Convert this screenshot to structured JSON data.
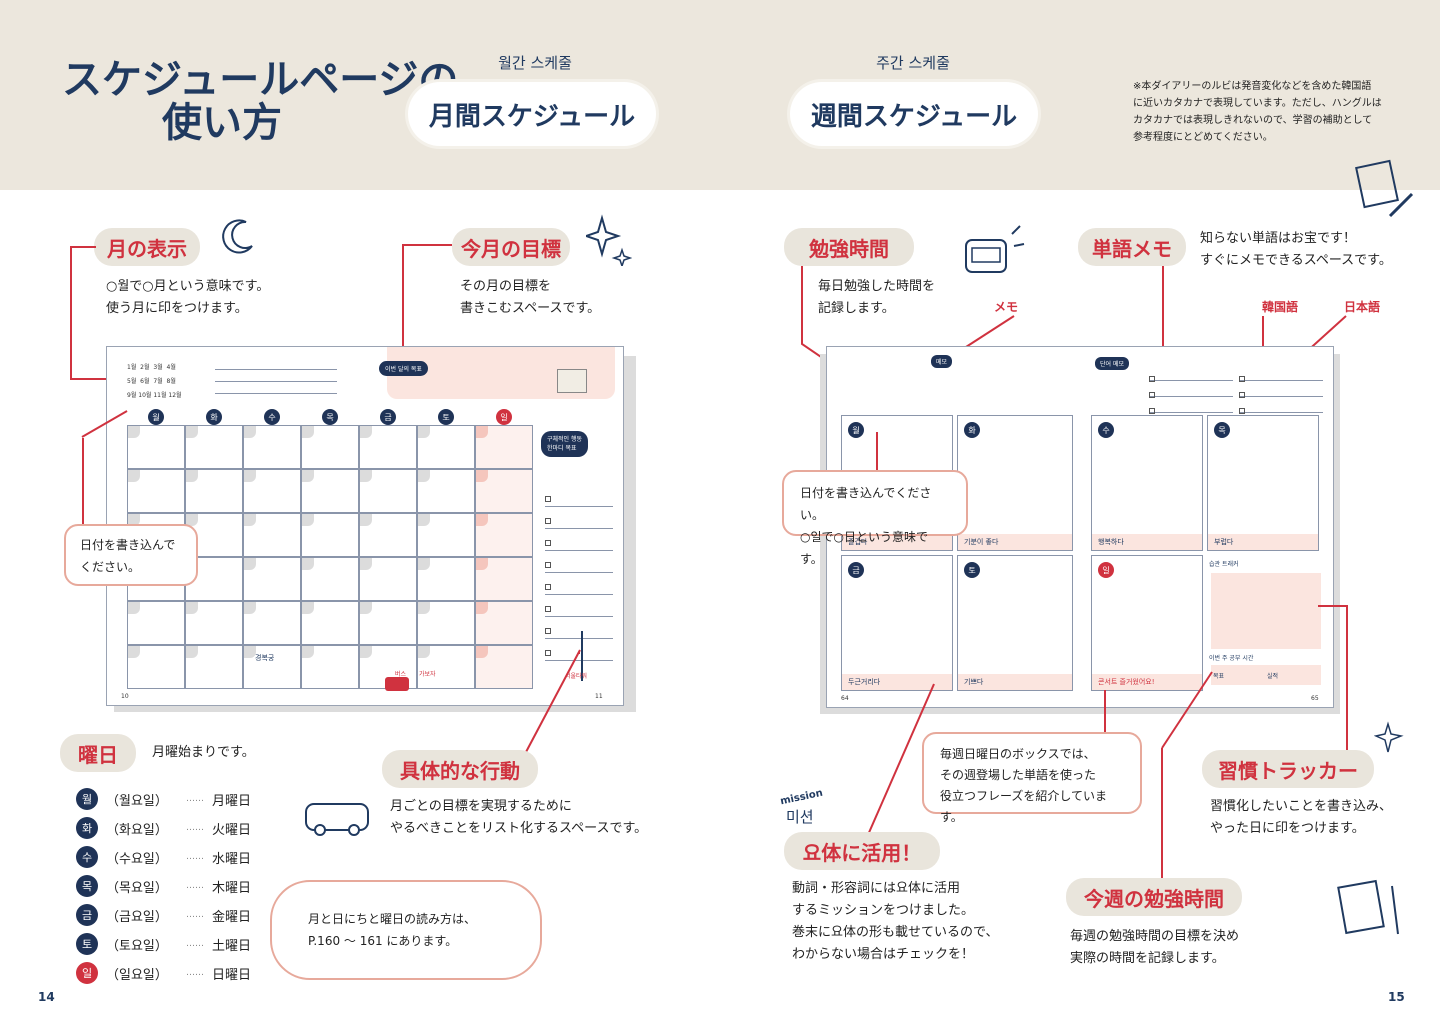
{
  "header": {
    "title_line1": "スケジュールページの",
    "title_line2": "使い方",
    "monthly_kr": "월간 스케줄",
    "monthly_jp": "月間スケジュール",
    "weekly_kr": "주간 스케줄",
    "weekly_jp": "週間スケジュール",
    "note": [
      "※本ダイアリーのルビは発音変化などを含めた韓国語",
      "に近いカタカナで表現しています。ただし、ハングルは",
      "カタカナでは表現しきれないので、学習の補助として",
      "参考程度にとどめてください。"
    ]
  },
  "left": {
    "month_label": "月の表示",
    "month_desc": [
      "○월で○月という意味です。",
      "使う月に印をつけます。"
    ],
    "goal_label": "今月の目標",
    "goal_desc": [
      "その月の目標を",
      "書きこむスペースです。"
    ],
    "date_bubble": [
      "日付を書き込んで",
      "ください。"
    ],
    "youbi_label": "曜日",
    "youbi_desc": "月曜始まりです。",
    "action_label": "具体的な行動",
    "action_desc": [
      "月ごとの目標を実現するために",
      "やるべきことをリスト化するスペースです。"
    ],
    "days": [
      {
        "kr": "월",
        "read": "（월요일）",
        "jp": "月曜日",
        "red": false
      },
      {
        "kr": "화",
        "read": "（화요일）",
        "jp": "火曜日",
        "red": false
      },
      {
        "kr": "수",
        "read": "（수요일）",
        "jp": "水曜日",
        "red": false
      },
      {
        "kr": "목",
        "read": "（목요일）",
        "jp": "木曜日",
        "red": false
      },
      {
        "kr": "금",
        "read": "（금요일）",
        "jp": "金曜日",
        "red": false
      },
      {
        "kr": "토",
        "read": "（토요일）",
        "jp": "土曜日",
        "red": false
      },
      {
        "kr": "일",
        "read": "（일요일）",
        "jp": "日曜日",
        "red": true
      }
    ],
    "read_bubble": [
      "月と日にちと曜日の読み方は、",
      "P.160 ～ 161 にあります。"
    ],
    "page_num": "14",
    "cal_months": [
      "1월",
      "2월",
      "3월",
      "4월",
      "5월",
      "6월",
      "7월",
      "8월",
      "9월",
      "10월",
      "11월",
      "12월"
    ],
    "cal_goal_bubble": "이번 달의 목표",
    "cal_action_bubble": [
      "구체적인 행동",
      "한마디 목표"
    ],
    "cal_place": "경복궁",
    "cal_bus": "버스",
    "cal_go": "가보자",
    "cal_tower": "서울타워",
    "cal_p_left": "10",
    "cal_p_right": "11"
  },
  "right": {
    "study_label": "勉強時間",
    "study_desc": [
      "毎日勉強した時間を",
      "記録します。"
    ],
    "memo_label": "単語メモ",
    "memo_desc": [
      "知らない単語はお宝です！",
      "すぐにメモできるスペースです。"
    ],
    "memo_small": "メモ",
    "korean_small": "韓国語",
    "japanese_small": "日本語",
    "date_bubble": [
      "日付を書き込んでください。",
      "○일で○日という意味です。"
    ],
    "sunday_box": [
      "毎週日曜日のボックスでは、",
      "その週登場した単語を使った",
      "役立つフレーズを紹介しています。"
    ],
    "mission_small": "mission",
    "mission_kr": "미션",
    "mission_label": "요体に活用！",
    "mission_desc": [
      "動詞・形容詞には요体に活用",
      "するミッションをつけました。",
      "巻末に요体の形も載せているので、",
      "わからない場合はチェックを！"
    ],
    "tracker_label": "習慣トラッカー",
    "tracker_desc": [
      "習慣化したいことを書き込み、",
      "やった日に印をつけます。"
    ],
    "weekly_label": "今週の勉強時間",
    "weekly_desc": [
      "毎週の勉強時間の目標を決め",
      "実際の時間を記録します。"
    ],
    "page_num": "15",
    "plan_memo": "메모",
    "plan_word_memo": [
      "단어 메모"
    ],
    "plan_days": [
      "월",
      "화",
      "수",
      "목",
      "금",
      "토",
      "일"
    ],
    "plan_phrases": [
      "즐겁다",
      "기분이 좋다",
      "행복하다",
      "부럽다",
      "두근거리다",
      "기쁘다",
      "콘서트 즐거웠어요!"
    ],
    "plan_tracker": "습관 트래커",
    "plan_weekly_study": "이번 주 공부 시간",
    "plan_goal": "목표",
    "plan_actual": "실적",
    "plan_p_left": "64",
    "plan_p_right": "65"
  }
}
